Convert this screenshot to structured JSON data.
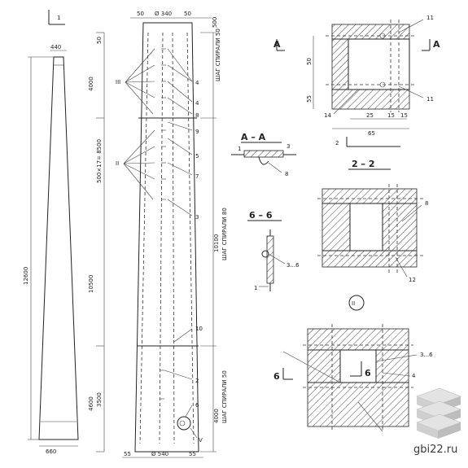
{
  "sheet_number": "1",
  "left_view": {
    "top_width": "440",
    "height": "12600",
    "bottom_width": "660"
  },
  "column": {
    "top_dims": [
      "50",
      "Ø 340",
      "50"
    ],
    "bottom_dims": [
      "55",
      "Ø 540",
      "55"
    ],
    "left_segments": [
      "4000",
      "500×17= 8500",
      "10500",
      "4600",
      "3500"
    ],
    "top_small": "50",
    "top_right_small": "500",
    "right_segments": [
      "ШАГ СПИРАЛИ 50",
      "ШАГ СПИРАЛИ 80",
      "10100",
      "ШАГ СПИРАЛИ 50",
      "4000"
    ],
    "node_markers": [
      "III",
      "II",
      "V"
    ],
    "callouts_upper": [
      "4",
      "4",
      "8",
      "9"
    ],
    "callouts_middle": [
      "5",
      "7",
      "3"
    ],
    "callouts_lower": [
      "10",
      "2",
      "6"
    ]
  },
  "section_1_1": {
    "label_left": "A",
    "label_right": "A",
    "dims": [
      "50",
      "55",
      "25",
      "15",
      "15",
      "65"
    ],
    "callouts": [
      "11",
      "11",
      "14"
    ]
  },
  "section_aa": {
    "title": "A – A",
    "callouts": [
      "1",
      "3",
      "8"
    ]
  },
  "section_22": {
    "marker": "2",
    "title": "2 – 2",
    "callouts": [
      "8",
      "12"
    ]
  },
  "section_bb": {
    "title": "6 – 6",
    "callouts": [
      "3...6",
      "1"
    ]
  },
  "node_II": {
    "marker": "II",
    "section_left": "6",
    "section_center": "6",
    "callouts": [
      "3...6",
      "4"
    ]
  },
  "watermark": "gbi22.ru"
}
